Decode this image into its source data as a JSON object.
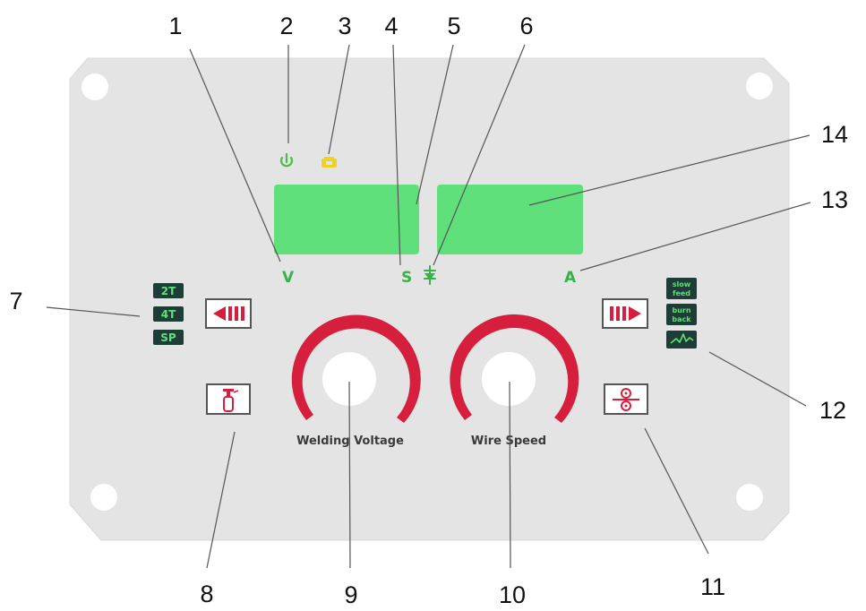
{
  "callouts": {
    "c1": "1",
    "c2": "2",
    "c3": "3",
    "c4": "4",
    "c5": "5",
    "c6": "6",
    "c7": "7",
    "c8": "8",
    "c9": "9",
    "c10": "10",
    "c11": "11",
    "c12": "12",
    "c13": "13",
    "c14": "14"
  },
  "indicators": {
    "voltage_unit": "V",
    "seconds_unit": "S",
    "current_unit": "A"
  },
  "modes": {
    "mode_2t": "2T",
    "mode_4t": "4T",
    "mode_sp": "SP"
  },
  "functions": {
    "slow_feed_line1": "slow",
    "slow_feed_line2": "feed",
    "burn_back_line1": "burn",
    "burn_back_line2": "back"
  },
  "knobs": {
    "voltage_label": "Welding Voltage",
    "wire_speed_label": "Wire Speed"
  },
  "colors": {
    "panel": "#e4e4e4",
    "display": "#5fe07a",
    "accent_red": "#d51f3c",
    "unit_green": "#35b34a",
    "power_led": "#44c144",
    "alarm_led": "#f2d21b",
    "badge_bg": "#1f3d37"
  },
  "icons": {
    "power": "power-icon",
    "alarm": "thermal-alarm-icon",
    "gas_valve": "gas-valve-icon",
    "mode_select": "mode-select-arrow-icon",
    "function_select": "function-select-arrow-icon",
    "gas_test": "gas-cylinder-icon",
    "wire_inch": "wire-feed-icon",
    "spot": "spot-weld-icon"
  }
}
